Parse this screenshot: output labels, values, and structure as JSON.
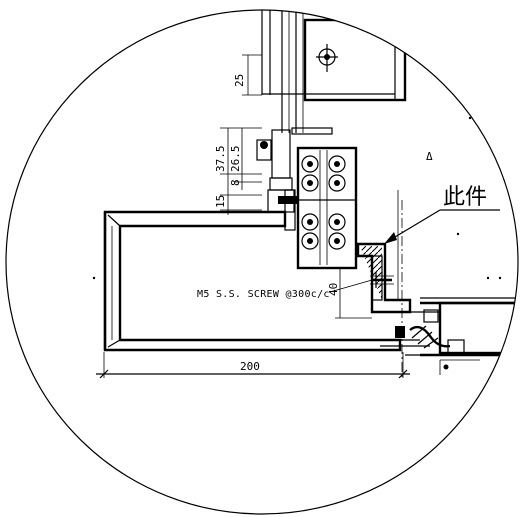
{
  "labels": {
    "dim_25": "25",
    "dim_37_5": "37.5",
    "dim_26_5": "26.5",
    "dim_8": "8",
    "dim_15": "15",
    "dim_200": "200",
    "dim_40": "40",
    "screw_note": "M5 S.S. SCREW @300c/c",
    "part_callout": "此件",
    "revision_mark": "Δ"
  },
  "colors": {
    "line": "#000000",
    "background": "#ffffff"
  }
}
